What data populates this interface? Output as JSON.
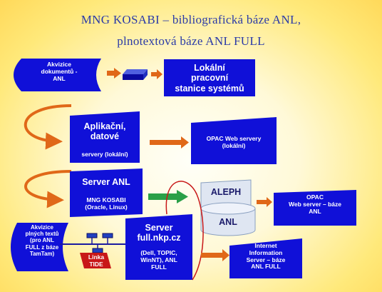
{
  "title_line1": "MNG KOSABI – bibliografická báze ANL,",
  "title_line2": "plnotextová báze ANL FULL",
  "nodes": {
    "akvizice_dokumentu": "Akvizice\ndokumentů -\nANL",
    "lokalni_stanice": "Lokální\npracovní\nstanice systémů",
    "aplikacni": "Aplikační,\ndatové",
    "servery_lokalni": "servery (lokální)",
    "opac_web_servery": "OPAC Web servery\n(lokální)",
    "server_anl": "Server ANL",
    "server_anl_detail": "MNG KOSABI\n(Oracle, Linux)",
    "aleph": "ALEPH",
    "anl": "ANL",
    "opac_web_server_anl": "OPAC\nWeb server – báze\nANL",
    "akvizice_plnych": "Akvizice\nplných textů\n(pro ANL\nFULL z báze\nTamTam)",
    "linka_tide": "Linka\nTIDE",
    "server_full": "Server\nfull.nkp.cz",
    "server_full_detail": "(Dell, TOPIC,\nWinNT), ANL\nFULL",
    "iis": "Internet\nInformation\nServer – báze\nANL FULL"
  },
  "colors": {
    "shape_blue": "#1010d8",
    "arrow_orange": "#e06818",
    "arrow_green": "#2aa048",
    "drum_light": "#dfe6f2",
    "tide_red": "#c81818"
  }
}
